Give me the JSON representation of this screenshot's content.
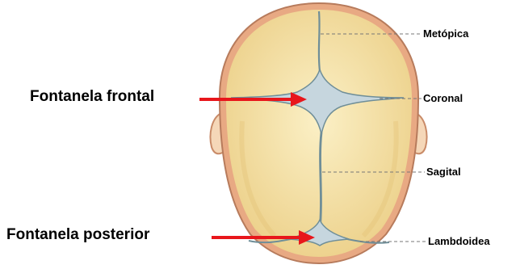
{
  "diagram": {
    "left_labels": {
      "frontal": "Fontanela frontal",
      "posterior": "Fontanela posterior"
    },
    "suture_labels": {
      "metopica": "Metópica",
      "coronal": "Coronal",
      "sagital": "Sagital",
      "lambdoidea": "Lambdoidea"
    },
    "colors": {
      "skull_rim": "#d89d7a",
      "bone": "#f2dfa1",
      "bone_light": "#fbf0c6",
      "fontanelle": "#c6d6de",
      "suture": "#6f8e98",
      "arrow": "#e8161b",
      "leader": "#777777"
    }
  }
}
